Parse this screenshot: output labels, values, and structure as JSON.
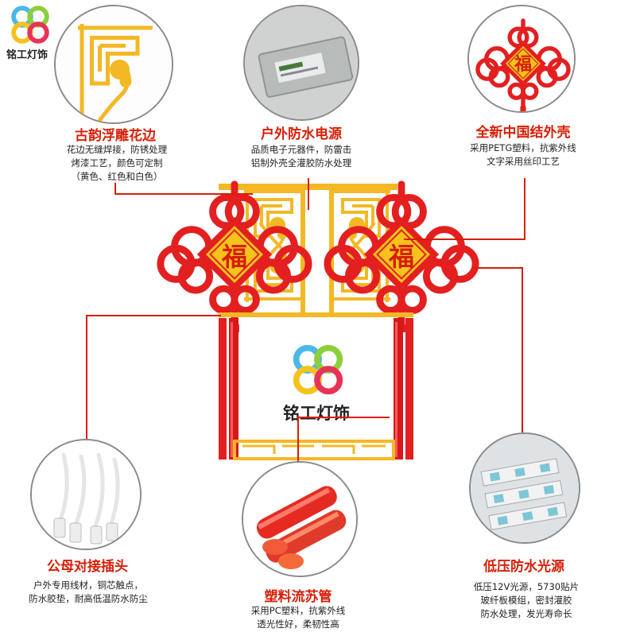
{
  "brand": {
    "name_top": "铭工灯饰",
    "name_center": "铭工灯饰"
  },
  "colors": {
    "accent": "#d81e06",
    "gold": "#f3b824",
    "red": "#e31f1f"
  },
  "product": {
    "fu_char": "福"
  },
  "features": {
    "carving": {
      "title": "古韵浮雕花边",
      "lines": [
        "花边无缝焊接，防锈处理",
        "烤漆工艺，颜色可定制",
        "（黄色、红色和白色）"
      ]
    },
    "power": {
      "title": "户外防水电源",
      "lines": [
        "品质电子元器件，防雷击",
        "铝制外壳全灌胶防水处理"
      ]
    },
    "shell": {
      "title": "全新中国结外壳",
      "lines": [
        "采用PETG塑料，抗紫外线",
        "文字采用丝印工艺"
      ]
    },
    "connector": {
      "title": "公母对接插头",
      "lines": [
        "户外专用线材，铜芯触点，",
        "防水胶垫，耐高低温防水防尘"
      ]
    },
    "tassel": {
      "title": "塑料流苏管",
      "lines": [
        "采用PC塑料，抗紫外线",
        "透光性好，柔韧性高"
      ]
    },
    "led": {
      "title": "低压防水光源",
      "lines": [
        "低压12V光源，5730贴片",
        "玻纤板模组，密封灌胶",
        "防水处理，发光寿命长"
      ]
    }
  }
}
